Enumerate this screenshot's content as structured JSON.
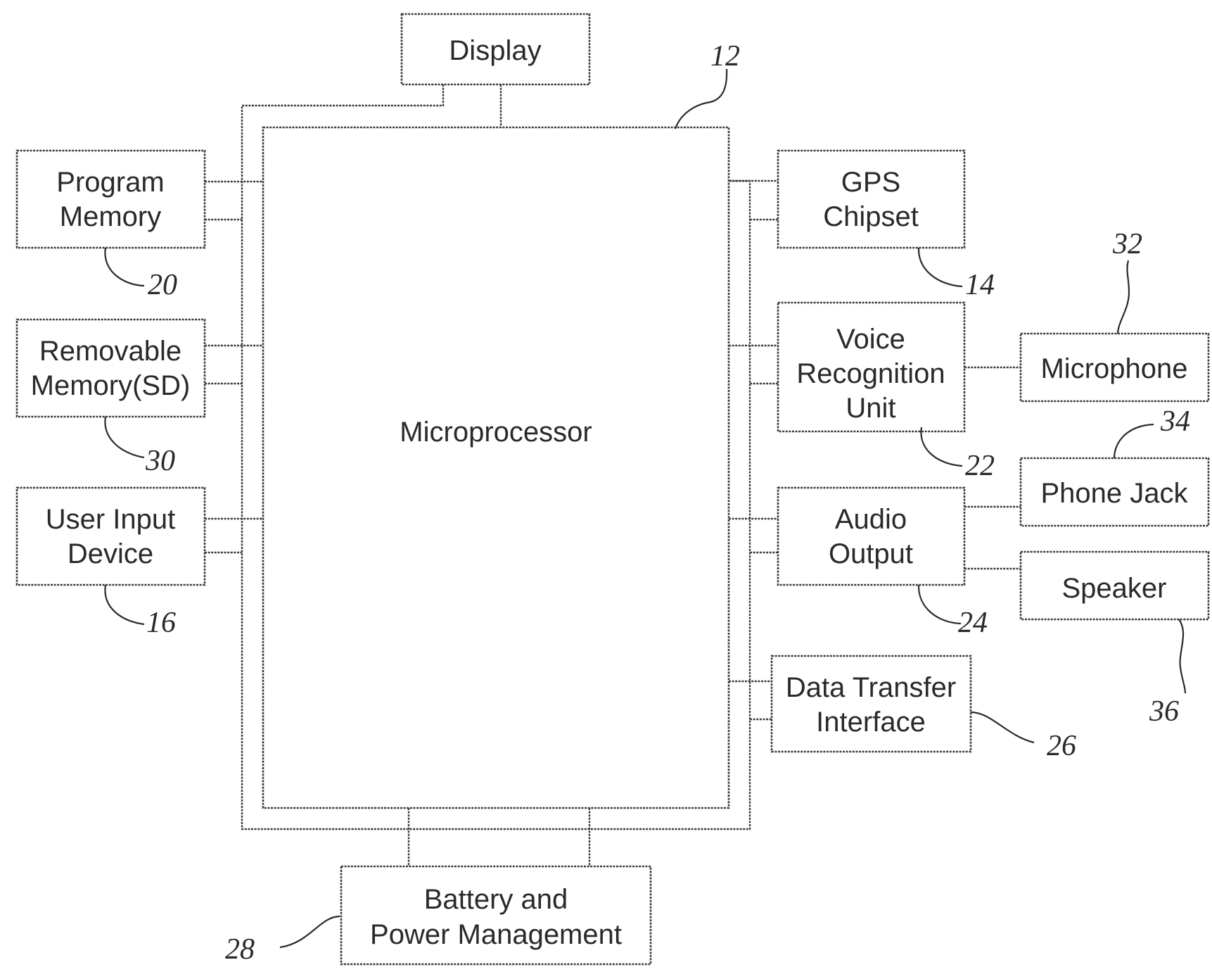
{
  "blocks": {
    "display": {
      "label": "Display"
    },
    "microprocessor": {
      "label": "Microprocessor"
    },
    "program_memory": {
      "line1": "Program",
      "line2": "Memory"
    },
    "removable_memory": {
      "line1": "Removable",
      "line2": "Memory(SD)"
    },
    "user_input": {
      "line1": "User Input",
      "line2": "Device"
    },
    "gps": {
      "line1": "GPS",
      "line2": "Chipset"
    },
    "voice": {
      "line1": "Voice",
      "line2": "Recognition",
      "line3": "Unit"
    },
    "audio": {
      "line1": "Audio",
      "line2": "Output"
    },
    "data_transfer": {
      "line1": "Data Transfer",
      "line2": "Interface"
    },
    "microphone": {
      "label": "Microphone"
    },
    "phone_jack": {
      "label": "Phone Jack"
    },
    "speaker": {
      "label": "Speaker"
    },
    "battery": {
      "line1": "Battery and",
      "line2": "Power Management"
    }
  },
  "refs": {
    "microprocessor": "12",
    "gps": "14",
    "user_input": "16",
    "program_memory": "20",
    "voice": "22",
    "audio": "24",
    "data_transfer": "26",
    "battery": "28",
    "removable_memory": "30",
    "microphone": "32",
    "phone_jack": "34",
    "speaker": "36"
  }
}
